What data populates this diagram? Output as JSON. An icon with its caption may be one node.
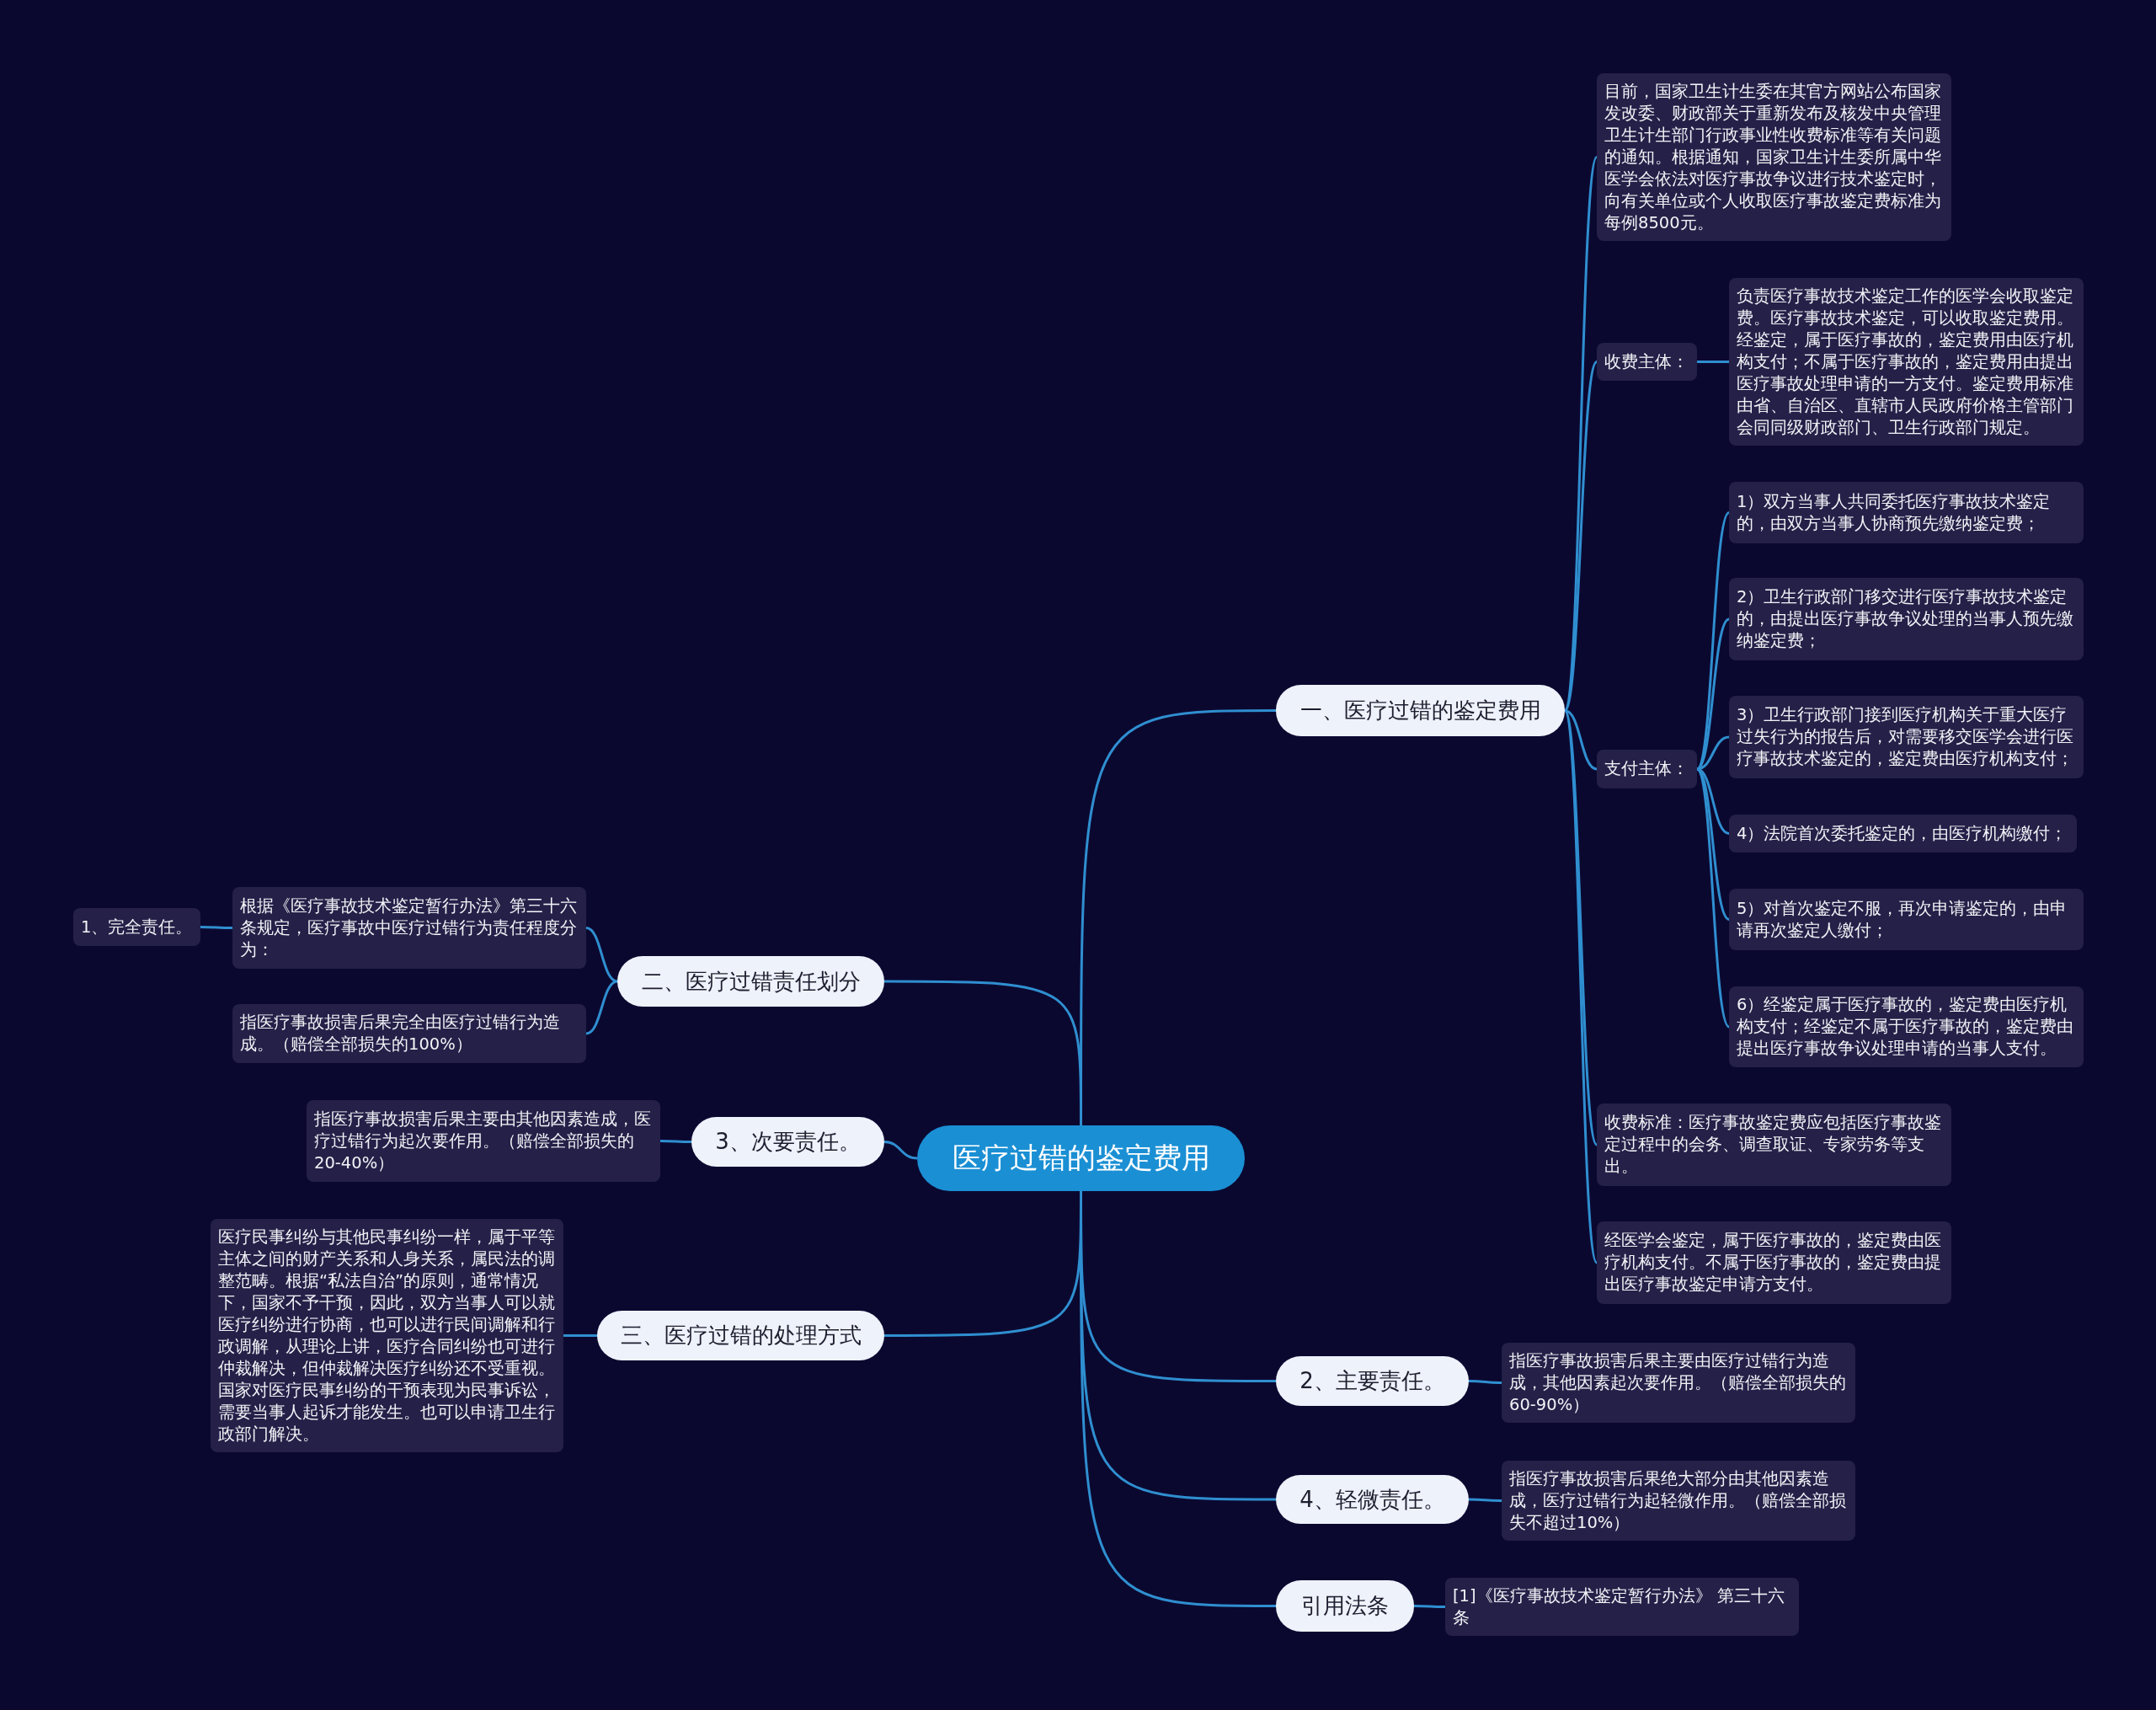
{
  "diagram": {
    "nodes": [
      {
        "text": [
          "医疗过错的鉴定费用"
        ]
      },
      {
        "text": [
          "一、医疗过错的鉴定费用"
        ]
      },
      {
        "text": [
          "目前，国家卫生计生委在其官方网站公布国家发改委、财政部关于重新发布及核发中央管理卫生计生部门行政事业性收费标准等有关问题的通知。根据通知，国家卫生计生委所属中华医学会依法对医疗事故争议进行技术鉴定时，向有关单位或个人收取医疗事故鉴定费标准为每例8500元。"
        ]
      },
      {
        "text": [
          "收费主体："
        ]
      },
      {
        "text": [
          "负责医疗事故技术鉴定工作的医学会收取鉴定费。医疗事故技术鉴定，可以收取鉴定费用。经鉴定，属于医疗事故的，鉴定费用由医疗机构支付；不属于医疗事故的，鉴定费用由提出医疗事故处理申请的一方支付。鉴定费用标准由省、自治区、直辖市人民政府价格主管部门会同同级财政部门、卫生行政部门规定。"
        ]
      },
      {
        "text": [
          "支付主体："
        ]
      },
      {
        "text": [
          "1）双方当事人共同委托医疗事故技术鉴定的，由双方当事人协商预先缴纳鉴定费；"
        ]
      },
      {
        "text": [
          "2）卫生行政部门移交进行医疗事故技术鉴定的，由提出医疗事故争议处理的当事人预先缴纳鉴定费；"
        ]
      },
      {
        "text": [
          "3）卫生行政部门接到医疗机构关于重大医疗过失行为的报告后，对需要移交医学会进行医疗事故技术鉴定的，鉴定费由医疗机构支付；"
        ]
      },
      {
        "text": [
          "4）法院首次委托鉴定的，由医疗机构缴付；"
        ]
      },
      {
        "text": [
          "5）对首次鉴定不服，再次申请鉴定的，由申请再次鉴定人缴付；"
        ]
      },
      {
        "text": [
          "6）经鉴定属于医疗事故的，鉴定费由医疗机构支付；经鉴定不属于医疗事故的，鉴定费由提出医疗事故争议处理申请的当事人支付。"
        ]
      },
      {
        "text": [
          "收费标准：医疗事故鉴定费应包括医疗事故鉴定过程中的会务、调查取证、专家劳务等支出。"
        ]
      },
      {
        "text": [
          "经医学会鉴定，属于医疗事故的，鉴定费由医疗机构支付。不属于医疗事故的，鉴定费由提出医疗事故鉴定申请方支付。"
        ]
      },
      {
        "text": [
          "二、医疗过错责任划分"
        ]
      },
      {
        "text": [
          "根据《医疗事故技术鉴定暂行办法》第三十六条规定，医疗事故中医疗过错行为责任程度分为："
        ]
      },
      {
        "text": [
          "1、完全责任。"
        ]
      },
      {
        "text": [
          "指医疗事故损害后果完全由医疗过错行为造成。（赔偿全部损失的100%）"
        ]
      },
      {
        "text": [
          "3、次要责任。"
        ]
      },
      {
        "text": [
          "指医疗事故损害后果主要由其他因素造成，医疗过错行为起次要作用。（赔偿全部损失的20-40%）"
        ]
      },
      {
        "text": [
          "三、医疗过错的处理方式"
        ]
      },
      {
        "text": [
          "医疗民事纠纷与其他民事纠纷一样，属于平等主体之间的财产关系和人身关系，属民法的调整范畴。根据“私法自治”的原则，通常情况下，国家不予干预，因此，双方当事人可以就医疗纠纷进行协商，也可以进行民间调解和行政调解，从理论上讲，医疗合同纠纷也可进行仲裁解决，但仲裁解决医疗纠纷还不受重视。国家对医疗民事纠纷的干预表现为民事诉讼，需要当事人起诉才能发生。也可以申请卫生行政部门解决。"
        ]
      },
      {
        "text": [
          "2、主要责任。"
        ]
      },
      {
        "text": [
          "指医疗事故损害后果主要由医疗过错行为造成，其他因素起次要作用。（赔偿全部损失的60-90%）"
        ]
      },
      {
        "text": [
          "4、轻微责任。"
        ]
      },
      {
        "text": [
          "指医疗事故损害后果绝大部分由其他因素造成，医疗过错行为起轻微作用。（赔偿全部损失不超过10%）"
        ]
      },
      {
        "text": [
          "引用法条"
        ]
      },
      {
        "text": [
          "[1]《医疗事故技术鉴定暂行办法》 第三十六条"
        ]
      }
    ],
    "edges": [
      {
        "from": 0,
        "to": 1,
        "arrow": "none"
      },
      {
        "from": 1,
        "to": 2,
        "arrow": "none"
      },
      {
        "from": 1,
        "to": 3,
        "arrow": "none"
      },
      {
        "from": 3,
        "to": 4,
        "arrow": "none"
      },
      {
        "from": 1,
        "to": 5,
        "arrow": "none"
      },
      {
        "from": 5,
        "to": 6,
        "arrow": "none"
      },
      {
        "from": 5,
        "to": 7,
        "arrow": "none"
      },
      {
        "from": 5,
        "to": 8,
        "arrow": "none"
      },
      {
        "from": 5,
        "to": 9,
        "arrow": "none"
      },
      {
        "from": 5,
        "to": 10,
        "arrow": "none"
      },
      {
        "from": 5,
        "to": 11,
        "arrow": "none"
      },
      {
        "from": 1,
        "to": 12,
        "arrow": "none"
      },
      {
        "from": 1,
        "to": 13,
        "arrow": "none"
      },
      {
        "from": 0,
        "to": 14,
        "arrow": "none"
      },
      {
        "from": 14,
        "to": 15,
        "arrow": "none"
      },
      {
        "from": 15,
        "to": 16,
        "arrow": "none"
      },
      {
        "from": 14,
        "to": 17,
        "arrow": "none"
      },
      {
        "from": 0,
        "to": 18,
        "arrow": "none"
      },
      {
        "from": 18,
        "to": 19,
        "arrow": "none"
      },
      {
        "from": 0,
        "to": 20,
        "arrow": "none"
      },
      {
        "from": 20,
        "to": 21,
        "arrow": "none"
      },
      {
        "from": 0,
        "to": 22,
        "arrow": "none"
      },
      {
        "from": 22,
        "to": 23,
        "arrow": "none"
      },
      {
        "from": 0,
        "to": 24,
        "arrow": "none"
      },
      {
        "from": 24,
        "to": 25,
        "arrow": "none"
      },
      {
        "from": 0,
        "to": 26,
        "arrow": "none"
      },
      {
        "from": 26,
        "to": 27,
        "arrow": "none"
      }
    ]
  }
}
